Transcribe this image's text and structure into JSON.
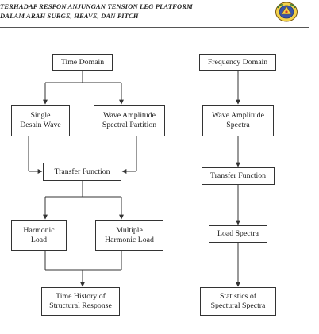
{
  "header": {
    "line1": "TERHADAP RESPON ANJUNGAN TENSION LEG PLATFORM",
    "line2": "DALAM ARAH SURGE, HEAVE, DAN PITCH",
    "logo_icon": "university-seal-icon"
  },
  "time_domain_flow": {
    "time_domain": "Time Domain",
    "single_design_wave": [
      "Single",
      "Desain Wave"
    ],
    "wave_amplitude_spectral_partition": [
      "Wave Amplitude",
      "Spectral Partition"
    ],
    "transfer_function": "Transfer Function",
    "harmonic_load": [
      "Harmonic",
      "Load"
    ],
    "multiple_harmonic_load": [
      "Multiple",
      "Harmonic Load"
    ],
    "time_history": [
      "Time History of",
      "Structural Response"
    ]
  },
  "frequency_domain_flow": {
    "frequency_domain": "Frequency Domain",
    "wave_amplitude_spectra": [
      "Wave Amplitude",
      "Spectra"
    ],
    "transfer_function": "Transfer Function",
    "load_spectra": "Load Spectra",
    "statistics": [
      "Statistics of",
      "Spectural  Spectra"
    ]
  },
  "colors": {
    "line": "#333333",
    "text": "#222222",
    "background": "#ffffff"
  }
}
